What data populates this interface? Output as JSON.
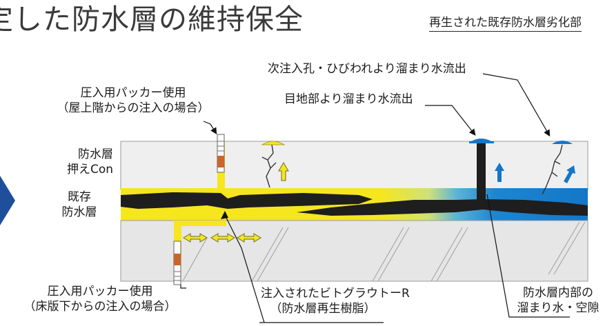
{
  "title": "定した防水層の維持保全",
  "subtitle": "再生された既存防水層劣化部",
  "labels": {
    "packer_top_line1": "圧入用パッカー使用",
    "packer_top_line2": "（屋上階からの注入の場合）",
    "layer_con_line1": "防水層",
    "layer_con_line2": "押えCon",
    "layer_existing_line1": "既存",
    "layer_existing_line2": "防水層",
    "packer_bottom_line1": "圧入用パッカー使用",
    "packer_bottom_line2": "（床版下からの注入の場合）",
    "next_inject": "次注入孔・ひびわれより溜まり水流出",
    "joint_outflow": "目地部より溜まり水流出",
    "injected_line1": "注入されたビトグラウトーR",
    "injected_line2": "（防水層再生樹脂）",
    "interior_line1": "防水層内部の",
    "interior_line2": "溜まり水・空隙"
  },
  "colors": {
    "resin_yellow": "#f5e61e",
    "water_blue": "#1476c8",
    "void_black": "#1e1e1e",
    "concrete_gray": "#ececec",
    "slab_gray": "#e3e3e3",
    "arrow_navy": "#1e4f9a"
  }
}
